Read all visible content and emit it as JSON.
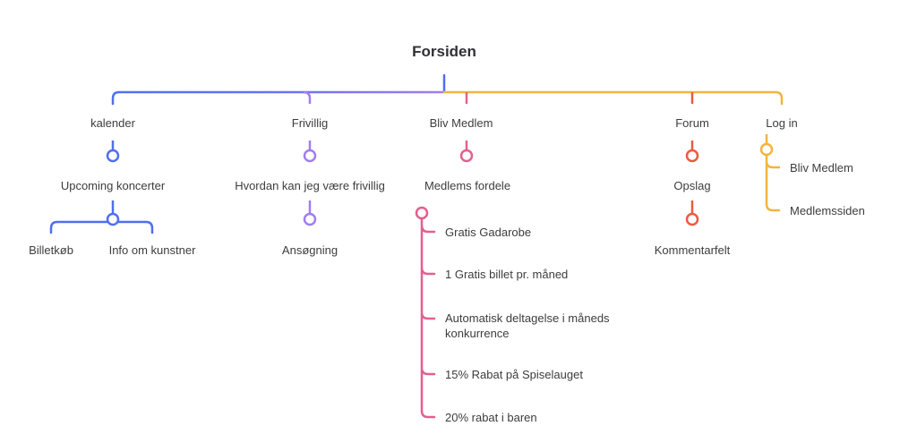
{
  "root": "Forsiden",
  "colors": {
    "blue": "#4f6ff0",
    "purple": "#a07ef0",
    "pink": "#e2608f",
    "red": "#ec5a42",
    "orange": "#f3b43f"
  },
  "branches": {
    "kalender": {
      "label": "kalender",
      "child": "Upcoming koncerter",
      "grandchildren": [
        "Billetkøb",
        "Info om kunstner"
      ]
    },
    "frivillig": {
      "label": "Frivillig",
      "child": "Hvordan kan jeg være frivillig",
      "grandchild": "Ansøgning"
    },
    "medlem": {
      "label": "Bliv Medlem",
      "child": "Medlems fordele",
      "items": [
        "Gratis Gadarobe",
        "1 Gratis billet pr. måned",
        "Automatisk deltagelse i måneds konkurrence",
        "15% Rabat på Spiselauget",
        "20% rabat i baren"
      ]
    },
    "forum": {
      "label": "Forum",
      "child": "Opslag",
      "grandchild": "Kommentarfelt"
    },
    "login": {
      "label": "Log in",
      "items": [
        "Bliv Medlem",
        "Medlemssiden"
      ]
    }
  }
}
